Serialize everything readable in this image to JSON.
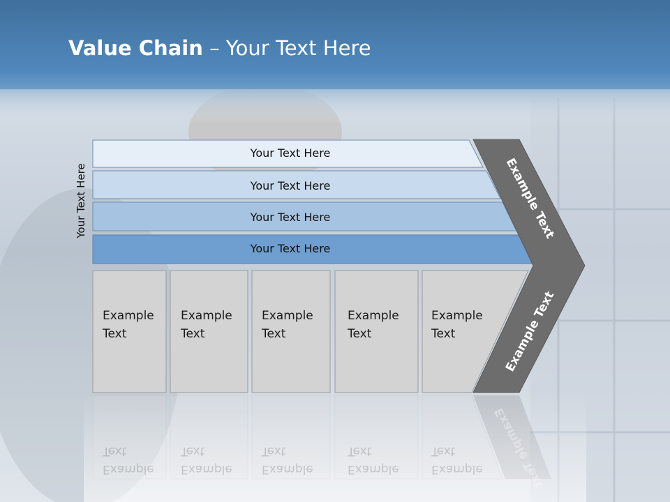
{
  "title": {
    "bold": "Value Chain",
    "rest": " – Your Text Here"
  },
  "side_label": "Your Text Here",
  "rows": [
    {
      "label": "Your Text Here",
      "color": "#e6eef8"
    },
    {
      "label": "Your Text Here",
      "color": "#c7daee"
    },
    {
      "label": "Your Text Here",
      "color": "#a6c3e2"
    },
    {
      "label": "Your Text Here",
      "color": "#6f9ed0"
    }
  ],
  "columns": [
    {
      "line1": "Example",
      "line2": "Text"
    },
    {
      "line1": "Example",
      "line2": "Text"
    },
    {
      "line1": "Example",
      "line2": "Text"
    },
    {
      "line1": "Example",
      "line2": "Text"
    },
    {
      "line1": "Example",
      "line2": "Text"
    }
  ],
  "chevron": {
    "upper_label": "Example Text",
    "lower_label": "Example Text"
  },
  "colors": {
    "header": "#4f86b8",
    "chevron": "#6d6d6d",
    "box": "#d3d3d3"
  }
}
